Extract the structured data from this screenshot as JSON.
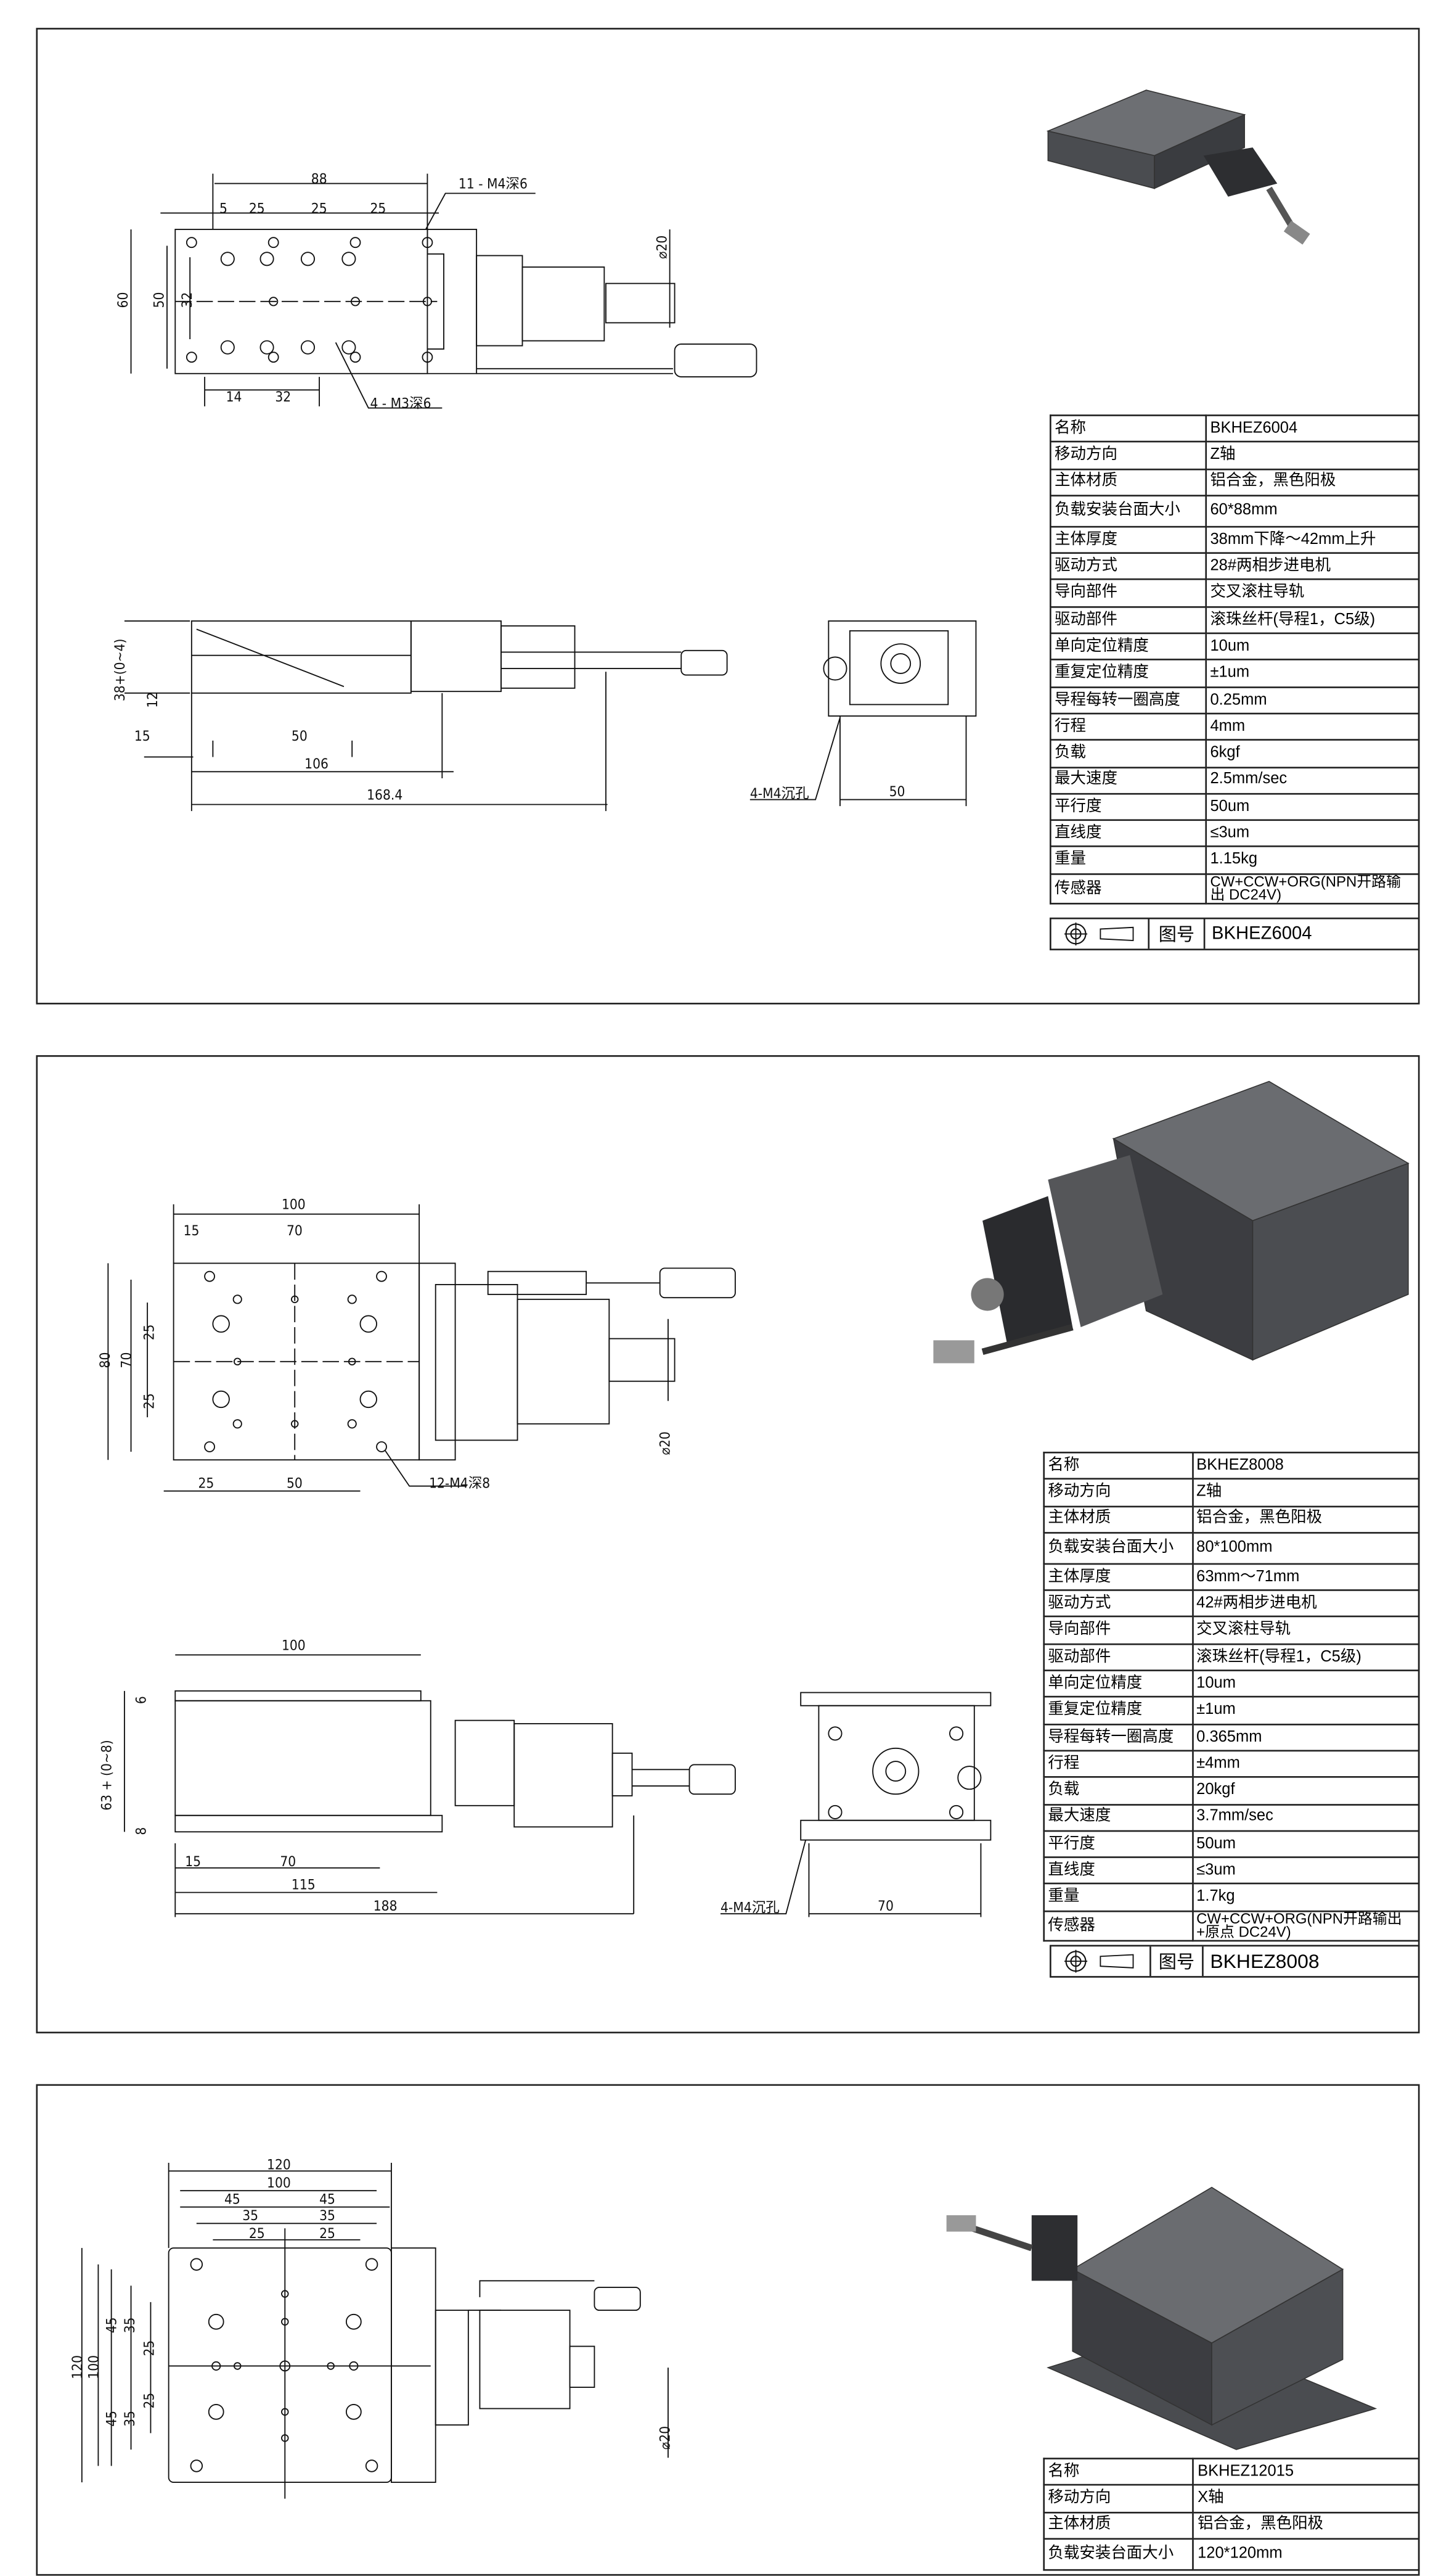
{
  "sheets": [
    {
      "specs": [
        [
          "名称",
          "BKHEZ6004"
        ],
        [
          "移动方向",
          "Z轴"
        ],
        [
          "主体材质",
          "铝合金，黑色阳极"
        ],
        [
          "负载安装台面大小",
          "60*88mm"
        ],
        [
          "主体厚度",
          "38mm下降～42mm上升"
        ],
        [
          "驱动方式",
          "28#两相步进电机"
        ],
        [
          "导向部件",
          "交叉滚柱导轨"
        ],
        [
          "驱动部件",
          "滚珠丝杆(导程1，C5级)"
        ],
        [
          "单向定位精度",
          "10um"
        ],
        [
          "重复定位精度",
          "±1um"
        ],
        [
          "导程每转一圈高度",
          "0.25mm"
        ],
        [
          "行程",
          "4mm"
        ],
        [
          "负载",
          "6kgf"
        ],
        [
          "最大速度",
          "2.5mm/sec"
        ],
        [
          "平行度",
          "50um"
        ],
        [
          "直线度",
          "≤3um"
        ],
        [
          "重量",
          "1.15kg"
        ],
        [
          "传感器",
          "CW+CCW+ORG(NPN开路输出 DC24V)"
        ]
      ],
      "drawing_no_label": "图号",
      "drawing_no": "BKHEZ6004",
      "dims": {
        "top": [
          "88",
          "5",
          "25",
          "25",
          "25",
          "11 - M4深6",
          "60",
          "50",
          "32",
          "14",
          "32",
          "4 - M3深6",
          "⌀20"
        ],
        "side": [
          "38+(0~4)",
          "12",
          "15",
          "50",
          "106",
          "168.4",
          "4-M4沉孔",
          "50"
        ]
      }
    },
    {
      "specs": [
        [
          "名称",
          "BKHEZ8008"
        ],
        [
          "移动方向",
          "Z轴"
        ],
        [
          "主体材质",
          "铝合金，黑色阳极"
        ],
        [
          "负载安装台面大小",
          "80*100mm"
        ],
        [
          "主体厚度",
          "63mm～71mm"
        ],
        [
          "驱动方式",
          "42#两相步进电机"
        ],
        [
          "导向部件",
          "交叉滚柱导轨"
        ],
        [
          "驱动部件",
          "滚珠丝杆(导程1，C5级)"
        ],
        [
          "单向定位精度",
          "10um"
        ],
        [
          "重复定位精度",
          "±1um"
        ],
        [
          "导程每转一圈高度",
          "0.365mm"
        ],
        [
          "行程",
          "±4mm"
        ],
        [
          "负载",
          "20kgf"
        ],
        [
          "最大速度",
          "3.7mm/sec"
        ],
        [
          "平行度",
          "50um"
        ],
        [
          "直线度",
          "≤3um"
        ],
        [
          "重量",
          "1.7kg"
        ],
        [
          "传感器",
          "CW+CCW+ORG(NPN开路输出+原点 DC24V)"
        ]
      ],
      "drawing_no_label": "图号",
      "drawing_no": "BKHEZ8008",
      "dims": {
        "top": [
          "100",
          "15",
          "70",
          "80",
          "70",
          "25",
          "25",
          "25",
          "50",
          "12-M4深8",
          "⌀20"
        ],
        "side": [
          "100",
          "6",
          "63 + (0~8)",
          "8",
          "15",
          "70",
          "115",
          "188",
          "4-M4沉孔",
          "70"
        ]
      }
    },
    {
      "specs": [
        [
          "名称",
          "BKHEZ12015"
        ],
        [
          "移动方向",
          "X轴"
        ],
        [
          "主体材质",
          "铝合金，黑色阳极"
        ],
        [
          "负载安装台面大小",
          "120*120mm"
        ]
      ],
      "dims": {
        "top": [
          "120",
          "100",
          "45",
          "45",
          "35",
          "35",
          "25",
          "25",
          "120",
          "100",
          "45",
          "35",
          "25",
          "25",
          "45",
          "35",
          "⌀20"
        ]
      }
    }
  ]
}
